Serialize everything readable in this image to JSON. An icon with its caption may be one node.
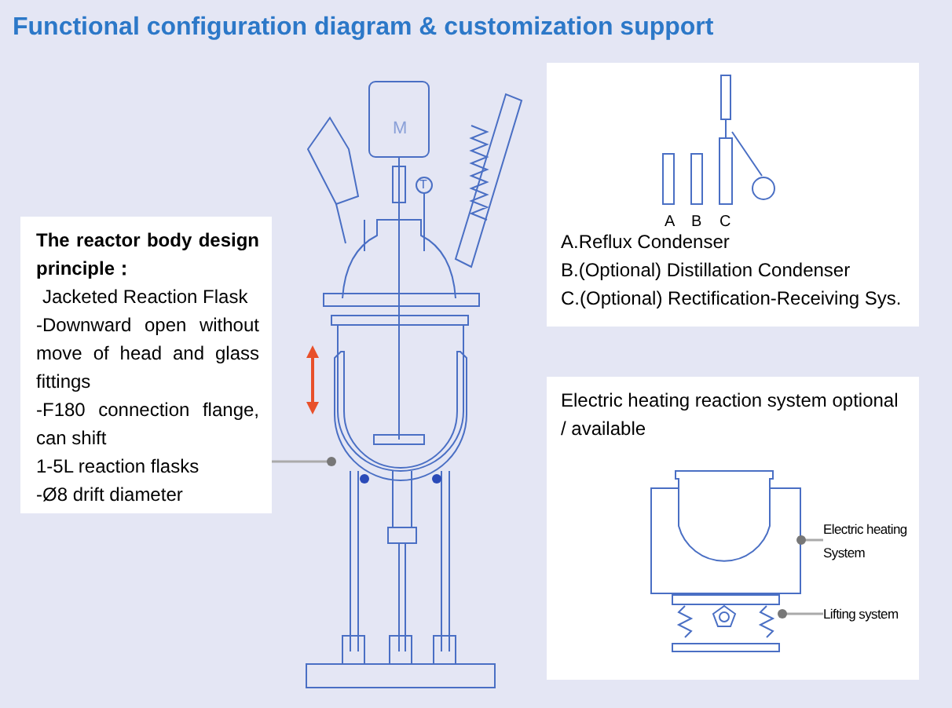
{
  "diagram": {
    "title": "Functional configuration diagram & customization support",
    "nodes": [
      {
        "text": [
          "The reactor body design principle：",
          "Jacketed Reaction Flask",
          "-Downward open without move of head and glass fittings",
          "-F180 connection flange, can shift",
          "1-5L reaction flasks",
          "-Ø8 drift diameter"
        ]
      },
      {
        "text": [],
        "shape": "picture"
      },
      {
        "text": [
          "A.Reflux Condenser",
          "B.(Optional) Distillation Condenser",
          "C.(Optional) Rectification-Receiving Sys."
        ]
      },
      {
        "text": [
          "Electric heating reaction system optional / available"
        ]
      },
      {
        "text": [],
        "shape": "picture",
        "in": 3
      },
      {
        "text": [
          "Electric heating System"
        ],
        "in": 3
      },
      {
        "text": [],
        "shape": "picture",
        "in": 3
      },
      {
        "text": [
          "Lifting system"
        ],
        "in": 3
      }
    ],
    "edges": [
      {
        "from": 0,
        "to": 1,
        "arrow": "other",
        "color": "#aaaaaa"
      },
      {
        "from": 5,
        "to": 4,
        "arrow": "other",
        "color": "#aaaaaa"
      },
      {
        "from": 7,
        "to": 6,
        "arrow": "other",
        "color": "#aaaaaa"
      }
    ],
    "labels": [
      "M",
      "T",
      "A",
      "B",
      "C"
    ]
  }
}
